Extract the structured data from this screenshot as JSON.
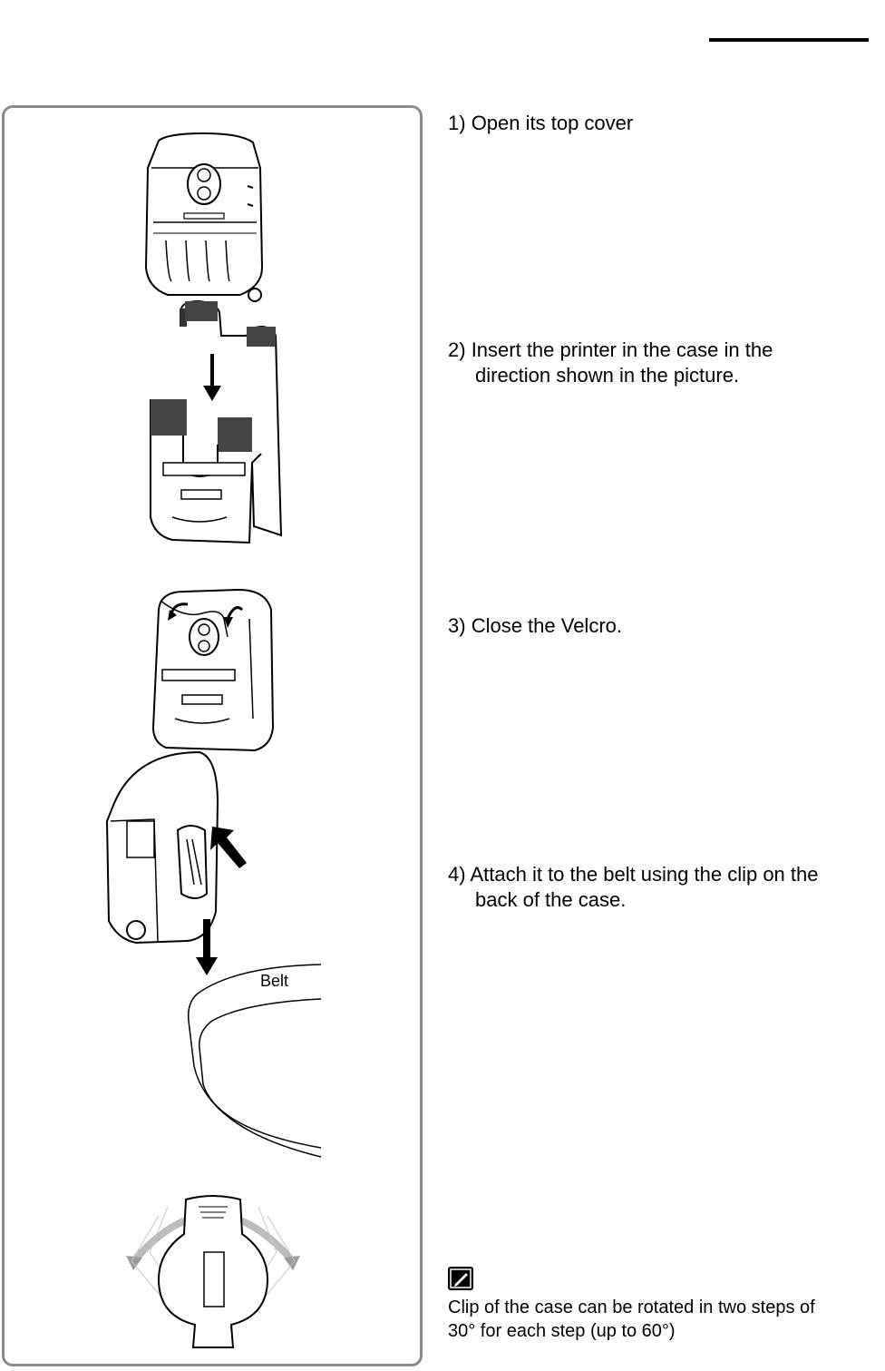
{
  "steps": [
    {
      "num": "1)",
      "line1": "Open its top cover",
      "line2": ""
    },
    {
      "num": "2)",
      "line1": "Insert the printer in the case in the",
      "line2": "direction shown in the picture."
    },
    {
      "num": "3)",
      "line1": "Close the Velcro.",
      "line2": ""
    },
    {
      "num": "4)",
      "line1": "Attach it to the belt using the clip on the",
      "line2": "back of the case."
    }
  ],
  "belt_label": "Belt",
  "note": {
    "icon": "pencil-note-icon",
    "line1": "Clip of the case can be rotated in two steps of",
    "line2": "30°  for each step (up to 60°)"
  }
}
